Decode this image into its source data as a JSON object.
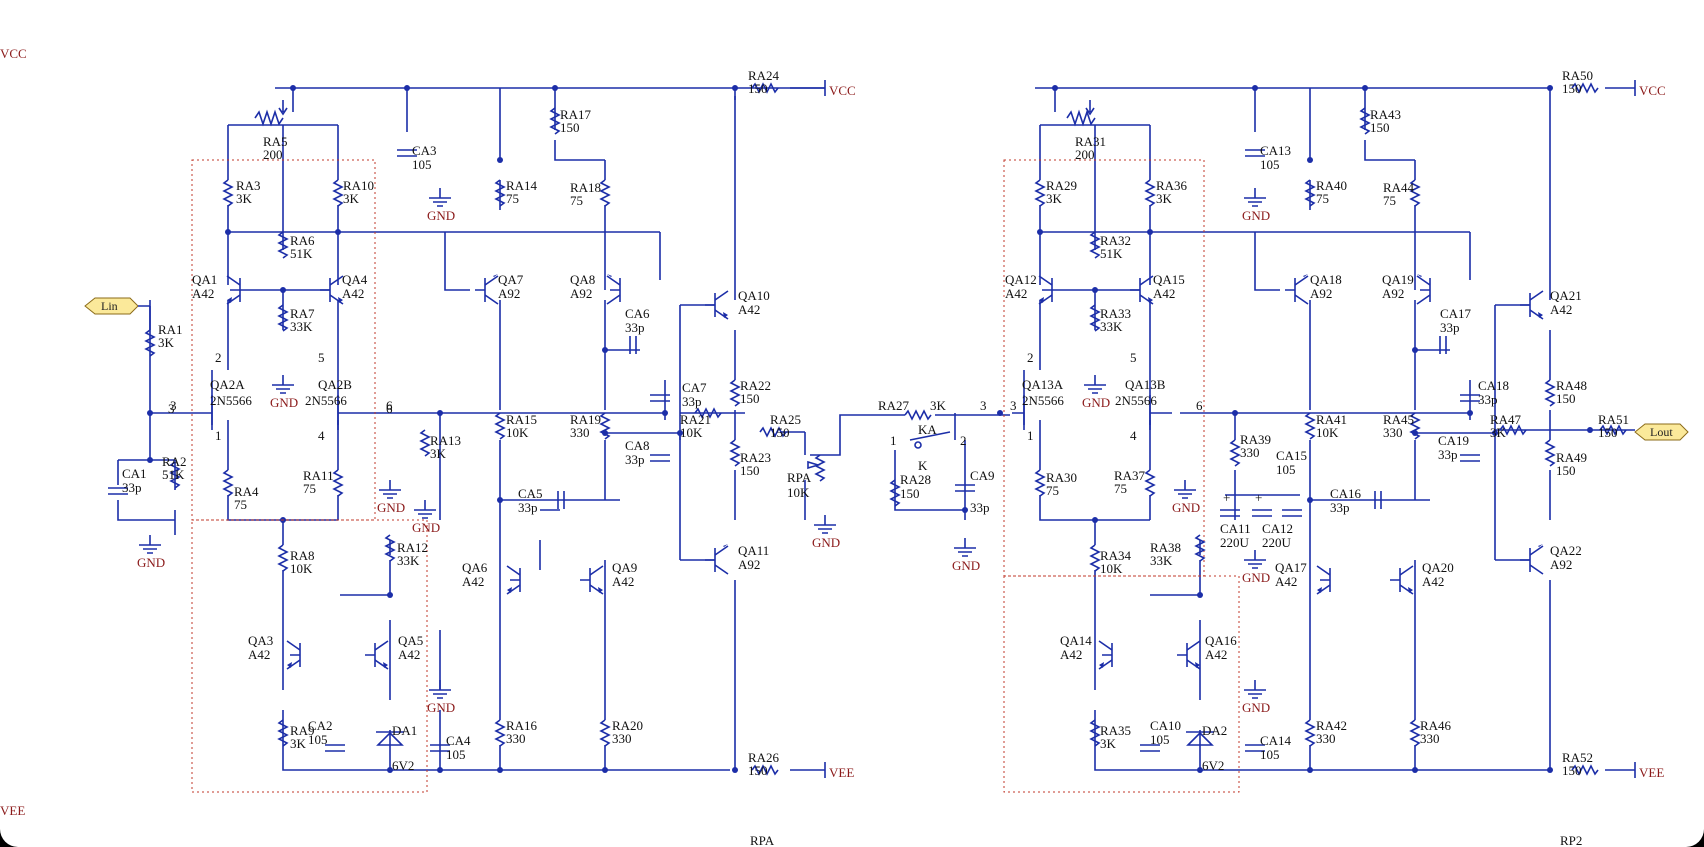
{
  "page": {
    "rails": {
      "vcc": "VCC",
      "vee": "VEE",
      "gnd": "GND"
    },
    "cut_labels": [
      "RPA",
      "RP2"
    ]
  },
  "ports": {
    "in": "Lin",
    "out": "Lout"
  },
  "channel_a": {
    "resistors": [
      {
        "ref": "RA1",
        "value": "3K"
      },
      {
        "ref": "RA2",
        "value": "51K"
      },
      {
        "ref": "RA3",
        "value": "3K"
      },
      {
        "ref": "RA4",
        "value": "75"
      },
      {
        "ref": "RA5",
        "value": "200"
      },
      {
        "ref": "RA6",
        "value": "51K"
      },
      {
        "ref": "RA7",
        "value": "33K"
      },
      {
        "ref": "RA8",
        "value": "10K"
      },
      {
        "ref": "RA9",
        "value": "3K"
      },
      {
        "ref": "RA10",
        "value": "3K"
      },
      {
        "ref": "RA11",
        "value": "75"
      },
      {
        "ref": "RA12",
        "value": "33K"
      },
      {
        "ref": "RA13",
        "value": "3K"
      },
      {
        "ref": "RA14",
        "value": "75"
      },
      {
        "ref": "RA15",
        "value": "10K"
      },
      {
        "ref": "RA16",
        "value": "330"
      },
      {
        "ref": "RA17",
        "value": "150"
      },
      {
        "ref": "RA18",
        "value": "75"
      },
      {
        "ref": "RA19",
        "value": "330"
      },
      {
        "ref": "RA20",
        "value": "330"
      },
      {
        "ref": "RA21",
        "value": "10K"
      },
      {
        "ref": "RA22",
        "value": "150"
      },
      {
        "ref": "RA23",
        "value": "150"
      },
      {
        "ref": "RA24",
        "value": "150"
      },
      {
        "ref": "RA25",
        "value": "150"
      },
      {
        "ref": "RA26",
        "value": "150"
      }
    ],
    "caps": [
      {
        "ref": "CA1",
        "value": "33p"
      },
      {
        "ref": "CA2",
        "value": "105"
      },
      {
        "ref": "CA3",
        "value": "105"
      },
      {
        "ref": "CA4",
        "value": "105"
      },
      {
        "ref": "CA5",
        "value": "33p"
      },
      {
        "ref": "CA6",
        "value": "33p"
      },
      {
        "ref": "CA7",
        "value": "33p"
      },
      {
        "ref": "CA8",
        "value": "33p"
      }
    ],
    "transistors": [
      {
        "ref": "QA1",
        "part": "A42"
      },
      {
        "ref": "QA4",
        "part": "A42"
      },
      {
        "ref": "QA2A",
        "part": "2N5566"
      },
      {
        "ref": "QA2B",
        "part": "2N5566"
      },
      {
        "ref": "QA3",
        "part": "A42"
      },
      {
        "ref": "QA5",
        "part": "A42"
      },
      {
        "ref": "QA6",
        "part": "A42"
      },
      {
        "ref": "QA7",
        "part": "A92"
      },
      {
        "ref": "QA8",
        "part": "A92"
      },
      {
        "ref": "QA9",
        "part": "A42"
      },
      {
        "ref": "QA10",
        "part": "A42"
      },
      {
        "ref": "QA11",
        "part": "A92"
      }
    ],
    "zener": {
      "ref": "DA1",
      "value": "6V2"
    },
    "pins": [
      "2",
      "5",
      "3",
      "6",
      "1",
      "4"
    ]
  },
  "middle": {
    "RA27": {
      "ref": "RA27",
      "value": "3K"
    },
    "RA28": {
      "ref": "RA28",
      "value": "150"
    },
    "RPA": {
      "ref": "RPA",
      "value": "10K"
    },
    "KA": "KA",
    "K": "K",
    "CA9": {
      "ref": "CA9",
      "value": "33p"
    },
    "switch_pins": [
      "1",
      "2"
    ],
    "node": "3"
  },
  "channel_b": {
    "resistors": [
      {
        "ref": "RA29",
        "value": "3K"
      },
      {
        "ref": "RA30",
        "value": "75"
      },
      {
        "ref": "RA31",
        "value": "200"
      },
      {
        "ref": "RA32",
        "value": "51K"
      },
      {
        "ref": "RA33",
        "value": "33K"
      },
      {
        "ref": "RA34",
        "value": "10K"
      },
      {
        "ref": "RA35",
        "value": "3K"
      },
      {
        "ref": "RA36",
        "value": "3K"
      },
      {
        "ref": "RA37",
        "value": "75"
      },
      {
        "ref": "RA38",
        "value": "33K"
      },
      {
        "ref": "RA39",
        "value": "330"
      },
      {
        "ref": "RA40",
        "value": "75"
      },
      {
        "ref": "RA41",
        "value": "10K"
      },
      {
        "ref": "RA42",
        "value": "330"
      },
      {
        "ref": "RA43",
        "value": "150"
      },
      {
        "ref": "RA44",
        "value": "75"
      },
      {
        "ref": "RA45",
        "value": "330"
      },
      {
        "ref": "RA46",
        "value": "330"
      },
      {
        "ref": "RA47",
        "value": "3K"
      },
      {
        "ref": "RA48",
        "value": "150"
      },
      {
        "ref": "RA49",
        "value": "150"
      },
      {
        "ref": "RA50",
        "value": "150"
      },
      {
        "ref": "RA51",
        "value": "150"
      },
      {
        "ref": "RA52",
        "value": "150"
      }
    ],
    "caps": [
      {
        "ref": "CA10",
        "value": "105"
      },
      {
        "ref": "CA11",
        "value": "220U"
      },
      {
        "ref": "CA12",
        "value": "220U"
      },
      {
        "ref": "CA13",
        "value": "105"
      },
      {
        "ref": "CA14",
        "value": "105"
      },
      {
        "ref": "CA15",
        "value": "105"
      },
      {
        "ref": "CA16",
        "value": "33p"
      },
      {
        "ref": "CA17",
        "value": "33p"
      },
      {
        "ref": "CA18",
        "value": "33p"
      },
      {
        "ref": "CA19",
        "value": "33p"
      }
    ],
    "transistors": [
      {
        "ref": "QA12",
        "part": "A42"
      },
      {
        "ref": "QA15",
        "part": "A42"
      },
      {
        "ref": "QA13A",
        "part": "2N5566"
      },
      {
        "ref": "QA13B",
        "part": "2N5566"
      },
      {
        "ref": "QA14",
        "part": "A42"
      },
      {
        "ref": "QA16",
        "part": "A42"
      },
      {
        "ref": "QA17",
        "part": "A42"
      },
      {
        "ref": "QA18",
        "part": "A92"
      },
      {
        "ref": "QA19",
        "part": "A92"
      },
      {
        "ref": "QA20",
        "part": "A42"
      },
      {
        "ref": "QA21",
        "part": "A42"
      },
      {
        "ref": "QA22",
        "part": "A92"
      }
    ],
    "zener": {
      "ref": "DA2",
      "value": "6V2"
    },
    "pins": [
      "2",
      "5",
      "3",
      "6",
      "1",
      "4"
    ],
    "plus": "+"
  }
}
